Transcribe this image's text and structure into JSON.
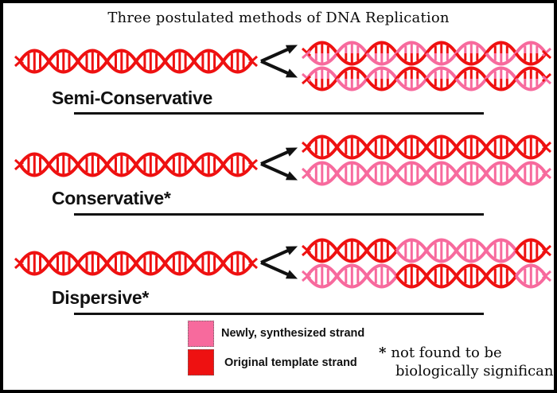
{
  "title": "Three postulated methods of DNA Replication",
  "palette": {
    "red": "#ee1111",
    "pink": "#f76a9d",
    "black": "#111111"
  },
  "rows": [
    {
      "label": "Semi-Conservative",
      "source": {
        "eyes": 8,
        "pattern": "solid",
        "color": "red"
      },
      "results": [
        {
          "eyes": 8,
          "pattern": "alternating",
          "colors": [
            "red",
            "pink"
          ]
        },
        {
          "eyes": 8,
          "pattern": "alternating",
          "colors": [
            "pink",
            "red"
          ]
        }
      ]
    },
    {
      "label": "Conservative*",
      "source": {
        "eyes": 8,
        "pattern": "solid",
        "color": "red"
      },
      "results": [
        {
          "eyes": 8,
          "pattern": "solid",
          "color": "red"
        },
        {
          "eyes": 8,
          "pattern": "solid",
          "color": "pink"
        }
      ]
    },
    {
      "label": "Dispersive*",
      "source": {
        "eyes": 8,
        "pattern": "solid",
        "color": "red"
      },
      "results": [
        {
          "eyes": 8,
          "pattern": "segments",
          "segments": [
            {
              "color": "red",
              "eyes": 3
            },
            {
              "color": "pink",
              "eyes": 4
            },
            {
              "color": "red",
              "eyes": 1
            }
          ]
        },
        {
          "eyes": 8,
          "pattern": "segments",
          "segments": [
            {
              "color": "pink",
              "eyes": 3
            },
            {
              "color": "red",
              "eyes": 4
            },
            {
              "color": "pink",
              "eyes": 1
            }
          ]
        }
      ]
    }
  ],
  "legend": {
    "items": [
      {
        "color": "pink",
        "label": "Newly, synthesized strand"
      },
      {
        "color": "red",
        "label": "Original template strand"
      }
    ]
  },
  "footnote": {
    "symbol": "*",
    "line1": "not found to be",
    "line2": "biologically significant"
  }
}
